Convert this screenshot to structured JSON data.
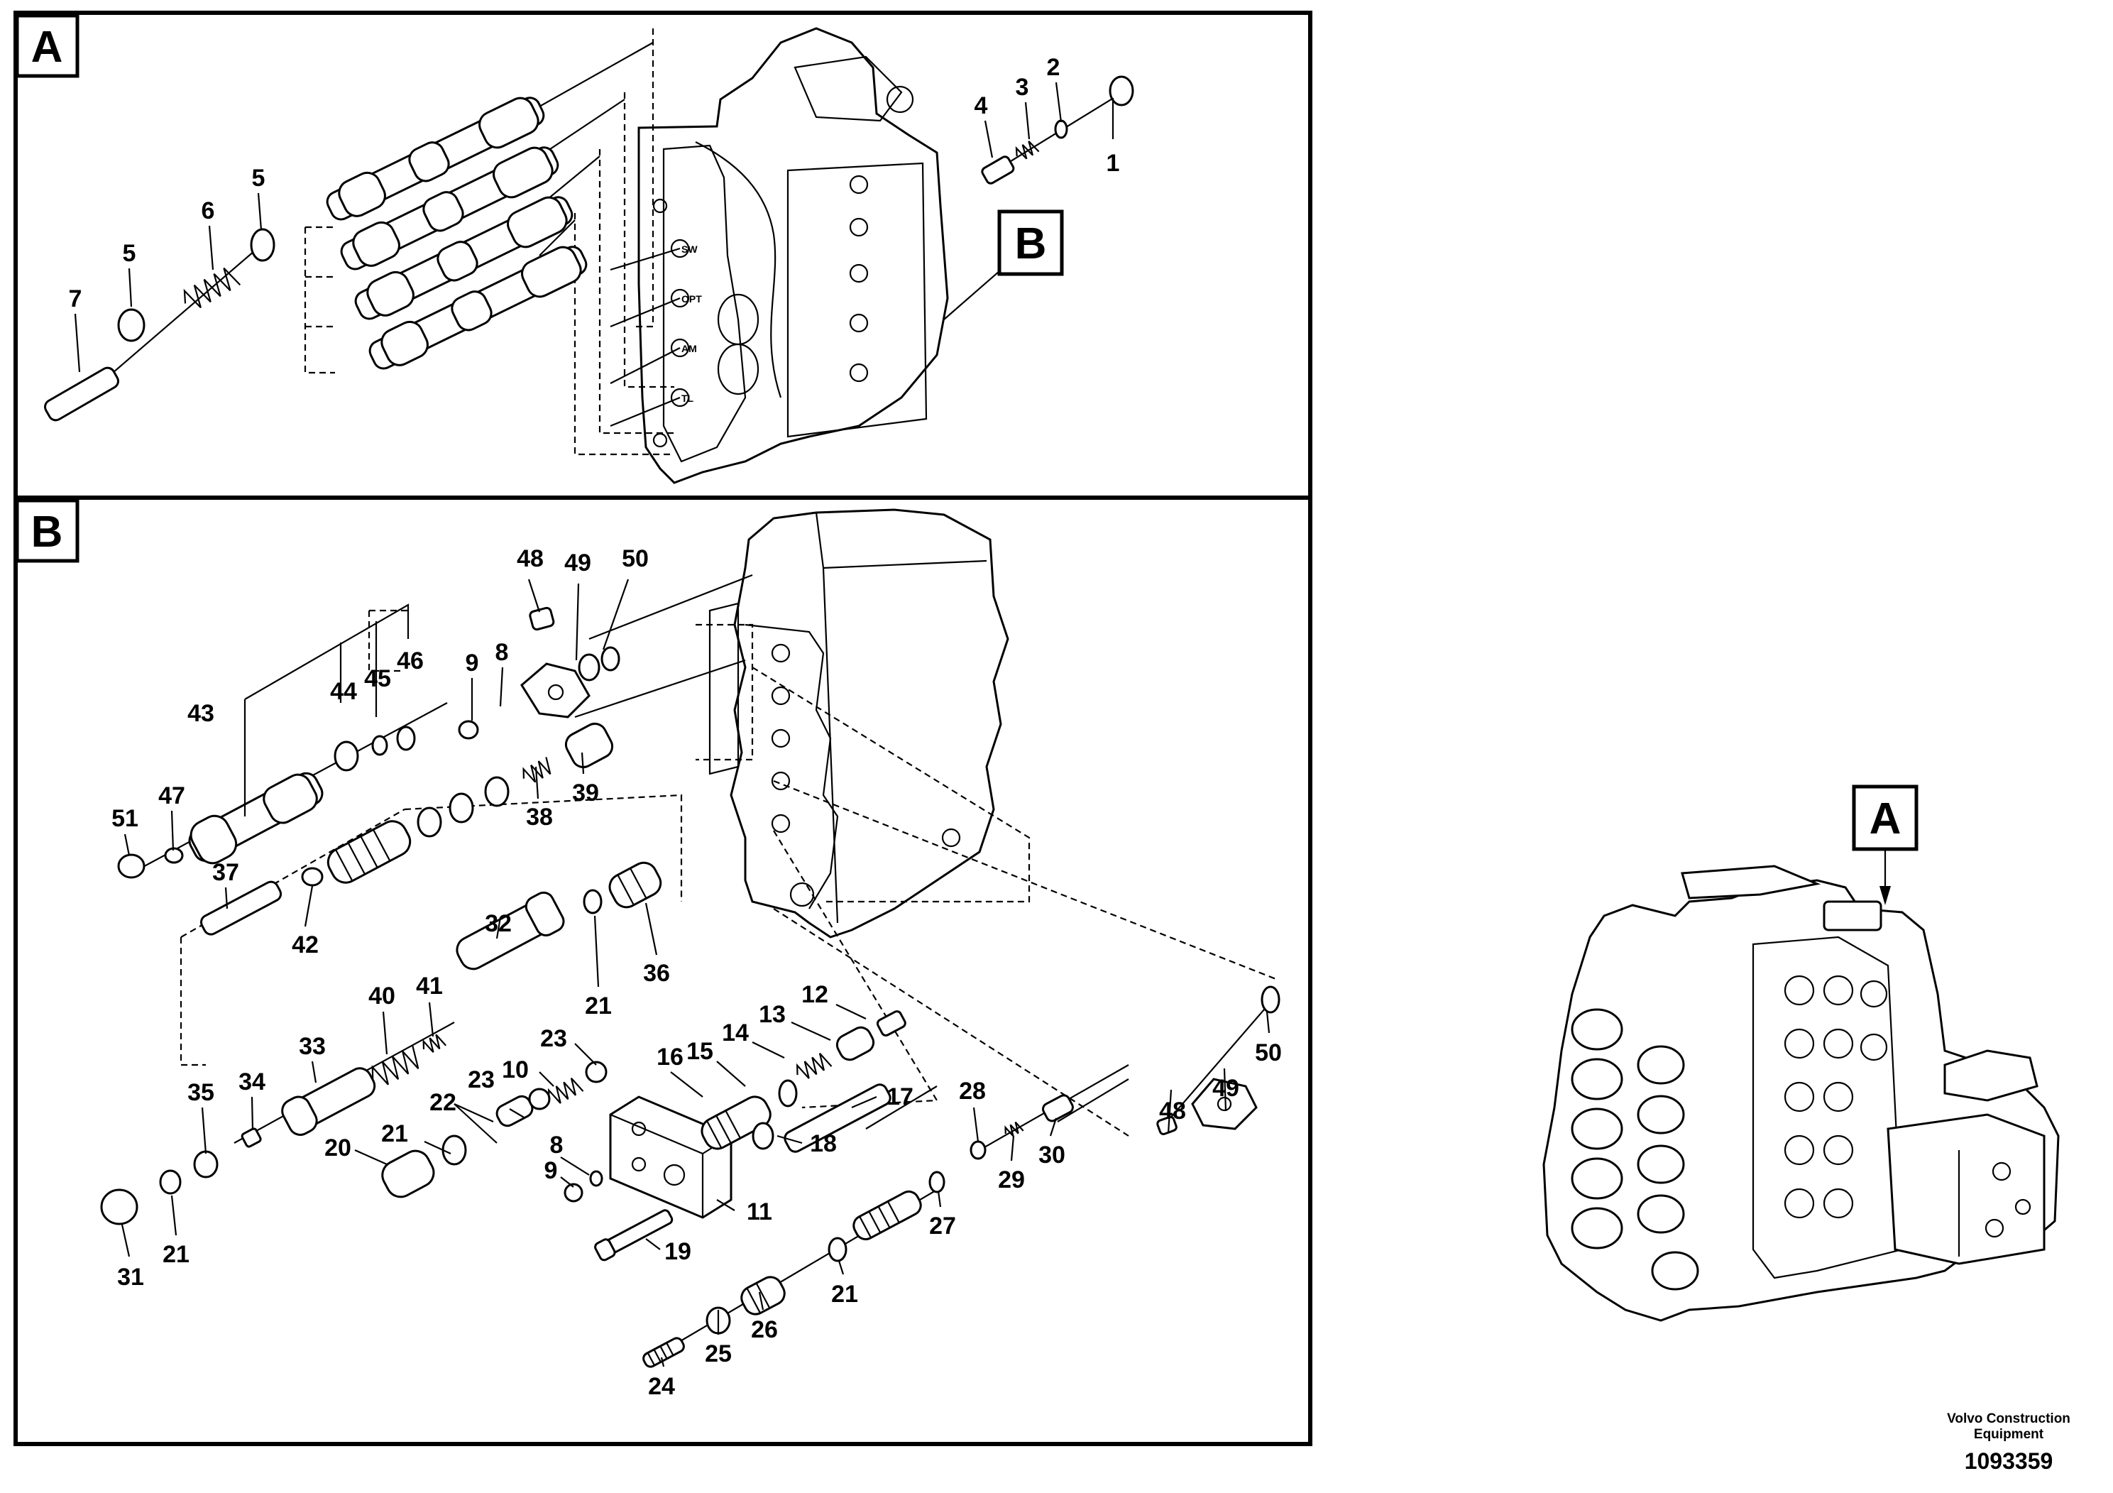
{
  "panels": {
    "a": {
      "label": "A"
    },
    "b": {
      "label": "B"
    },
    "overview": {
      "label": "A"
    }
  },
  "panel_a": {
    "ref_b_label": "B",
    "ports": [
      "SW",
      "OPT",
      "AM",
      "TL"
    ],
    "callouts": [
      "1",
      "2",
      "3",
      "4",
      "5",
      "5",
      "6",
      "7"
    ]
  },
  "panel_b": {
    "callouts": [
      "48",
      "49",
      "50",
      "9",
      "8",
      "43",
      "44",
      "45",
      "46",
      "51",
      "47",
      "37",
      "42",
      "38",
      "39",
      "32",
      "36",
      "21",
      "40",
      "41",
      "33",
      "35",
      "34",
      "23",
      "10",
      "22",
      "23",
      "12",
      "13",
      "14",
      "15",
      "16",
      "17",
      "18",
      "21",
      "20",
      "9",
      "8",
      "11",
      "19",
      "31",
      "21",
      "24",
      "25",
      "26",
      "21",
      "27",
      "28",
      "29",
      "30",
      "48",
      "49",
      "50"
    ]
  },
  "footer": {
    "brand_line1": "Volvo Construction",
    "brand_line2": "Equipment",
    "doc_number": "1093359"
  }
}
